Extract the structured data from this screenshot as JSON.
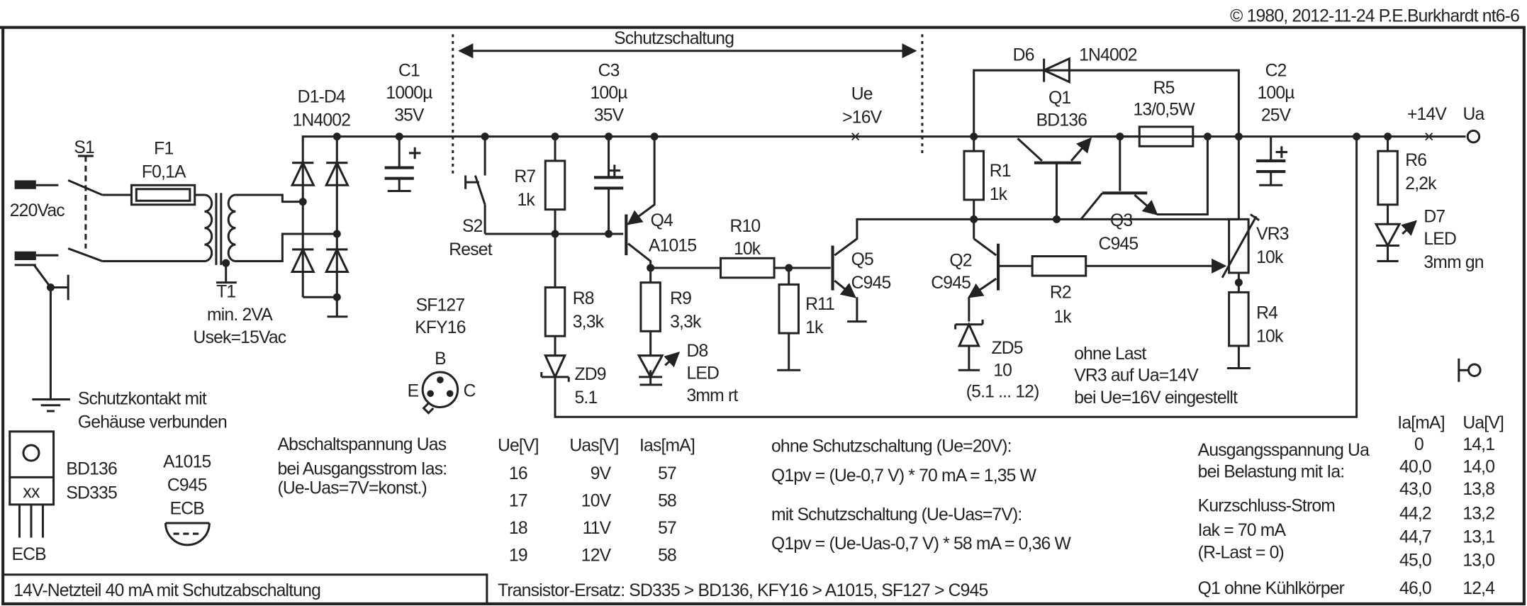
{
  "header": {
    "copyright": "© 1980, 2012-11-24 P.E.Burkhardt nt6-6",
    "section": "Schutzschaltung"
  },
  "components": {
    "S1": "S1",
    "F1": "F1",
    "F1_value": "F0,1A",
    "mains": "220Vac",
    "T1": "T1",
    "T1_power": "min. 2VA",
    "T1_sec": "Usek=15Vac",
    "D1D4": "D1-D4",
    "D1D4_type": "1N4002",
    "C1": "C1",
    "C1_cap": "1000µ",
    "C1_volt": "35V",
    "C3": "C3",
    "C3_cap": "100µ",
    "C3_volt": "35V",
    "Ue": "Ue",
    "Ue_value": ">16V",
    "D6": "D6",
    "D6_type": "1N4002",
    "Q1": "Q1",
    "Q1_type": "BD136",
    "R5": "R5",
    "R5_value": "13/0,5W",
    "C2": "C2",
    "C2_cap": "100µ",
    "C2_volt": "25V",
    "out_volt": "+14V",
    "Ua": "Ua",
    "R6": "R6",
    "R6_value": "2,2k",
    "D7": "D7",
    "D7_type": "LED",
    "D7_size": "3mm gn",
    "R7": "R7",
    "R7_value": "1k",
    "S2": "S2",
    "S2_label": "Reset",
    "Q4": "Q4",
    "Q4_type": "A1015",
    "R10": "R10",
    "R10_value": "10k",
    "Q5": "Q5",
    "Q5_type": "C945",
    "R11": "R11",
    "R11_value": "1k",
    "R1": "R1",
    "R1_value": "1k",
    "Q3": "Q3",
    "Q3_type": "C945",
    "Q2": "Q2",
    "Q2_type": "C945",
    "R2": "R2",
    "R2_value": "1k",
    "VR3": "VR3",
    "VR3_value": "10k",
    "R4": "R4",
    "R4_value": "10k",
    "R8": "R8",
    "R8_value": "3,3k",
    "R9": "R9",
    "R9_value": "3,3k",
    "ZD9": "ZD9",
    "ZD9_value": "5.1",
    "D8": "D8",
    "D8_type": "LED",
    "D8_size": "3mm rt",
    "ZD5": "ZD5",
    "ZD5_value": "10",
    "ZD5_range": "(5.1 ... 12)"
  },
  "notes": {
    "calib": [
      "ohne Last",
      "VR3 auf Ua=14V",
      "bei Ue=16V eingestellt"
    ],
    "earth": [
      "Schutzkontakt mit",
      "Gehäuse verbunden"
    ]
  },
  "pinouts": {
    "to18": {
      "types": [
        "SF127",
        "KFY16"
      ],
      "pins": {
        "b": "B",
        "e": "E",
        "c": "C"
      }
    },
    "to126": {
      "types": [
        "BD136",
        "SD335"
      ],
      "mark": "xx",
      "pins": "ECB"
    },
    "to92": {
      "types": [
        "A1015",
        "C945"
      ],
      "pins": "ECB"
    }
  },
  "shutdown": {
    "title": [
      "Abschaltspannung Uas",
      "bei Ausgangsstrom Ias:",
      "(Ue-Uas=7V=konst.)"
    ],
    "headers": [
      "Ue[V]",
      "Uas[V]",
      "Ias[mA]"
    ],
    "rows": [
      [
        "16",
        "9V",
        "57"
      ],
      [
        "17",
        "10V",
        "58"
      ],
      [
        "18",
        "11V",
        "57"
      ],
      [
        "19",
        "12V",
        "58"
      ]
    ]
  },
  "dissipation": {
    "without_title": "ohne Schutzschaltung (Ue=20V):",
    "without_formula": "Q1pv = (Ue-0,7 V) * 70 mA = 1,35 W",
    "with_title": "mit Schutzschaltung (Ue-Uas=7V):",
    "with_formula": "Q1pv = (Ue-Uas-0,7 V) * 58 mA = 0,36 W"
  },
  "load": {
    "title": [
      "Ausgangsspannung Ua",
      "bei Belastung mit Ia:"
    ],
    "short": [
      "Kurzschluss-Strom",
      "Iak = 70 mA",
      "(R-Last = 0)"
    ],
    "heatsink": "Q1 ohne Kühlkörper",
    "headers": [
      "Ia[mA]",
      "Ua[V]"
    ],
    "rows": [
      [
        "0",
        "14,1"
      ],
      [
        "40,0",
        "14,0"
      ],
      [
        "43,0",
        "13,8"
      ],
      [
        "44,2",
        "13,2"
      ],
      [
        "44,7",
        "13,1"
      ],
      [
        "45,0",
        "13,0"
      ],
      [
        "46,0",
        "12,4"
      ]
    ]
  },
  "footer": {
    "title": "14V-Netzteil 40 mA mit Schutzabschaltung",
    "substitutes": "Transistor-Ersatz: SD335 > BD136, KFY16 > A1015, SF127 > C945"
  }
}
